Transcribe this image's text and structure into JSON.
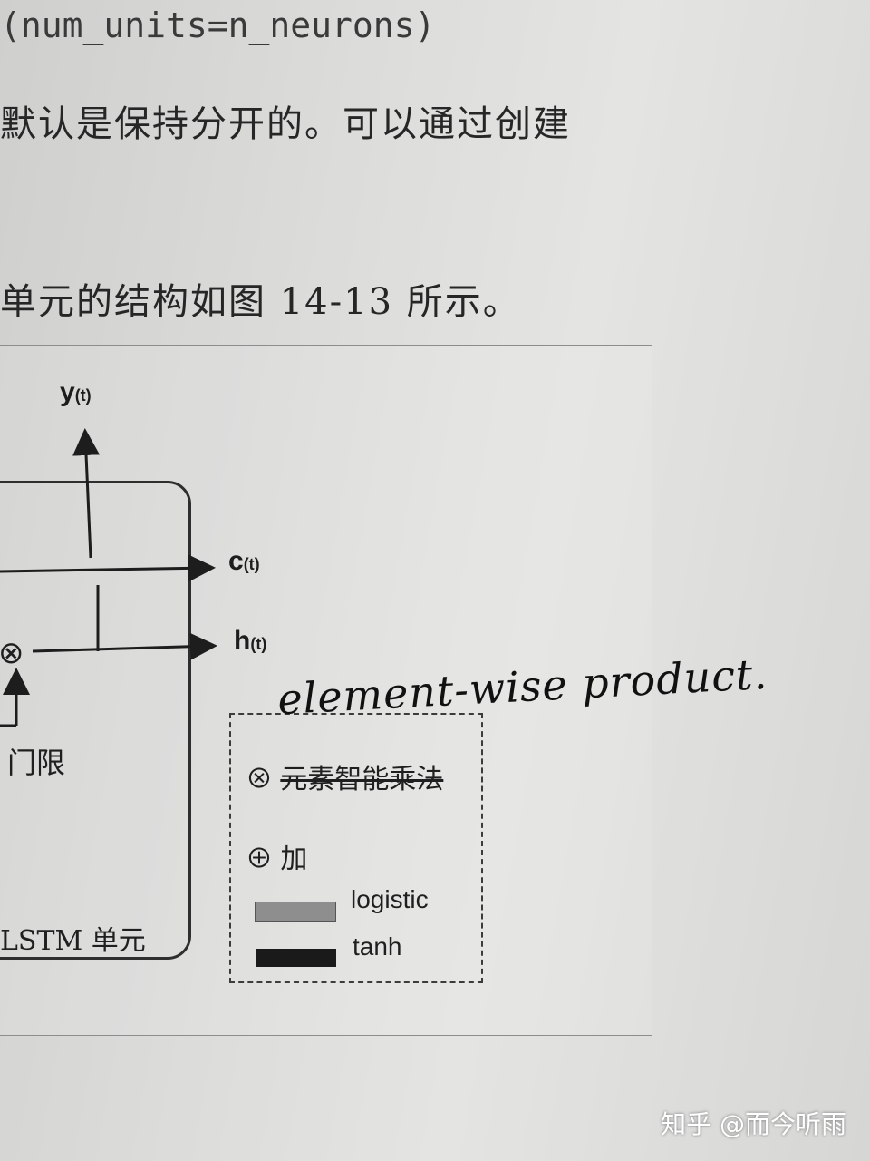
{
  "page": {
    "code_line": "(num_units=n_neurons)",
    "text_line_1": "默认是保持分开的。可以通过创建",
    "text_line_2": "单元的结构如图 14-13 所示。"
  },
  "diagram": {
    "output_y": "y",
    "output_y_sub": "(t)",
    "output_c": "c",
    "output_c_sub": "(t)",
    "output_h": "h",
    "output_h_sub": "(t)",
    "gate_label": "门限",
    "cell_label": "LSTM 单元",
    "multiply_symbol": "⊗"
  },
  "legend": {
    "multiply_symbol": "⊗",
    "multiply_label": "元素智能乘法",
    "add_symbol": "⊕",
    "add_label": "加",
    "logistic_label": "logistic",
    "tanh_label": "tanh",
    "logistic_color": "#8e8e8e",
    "tanh_color": "#1a1a1a"
  },
  "annotation": {
    "handwritten_text": "element-wise product."
  },
  "watermark": {
    "text": "知乎 @而今听雨"
  }
}
